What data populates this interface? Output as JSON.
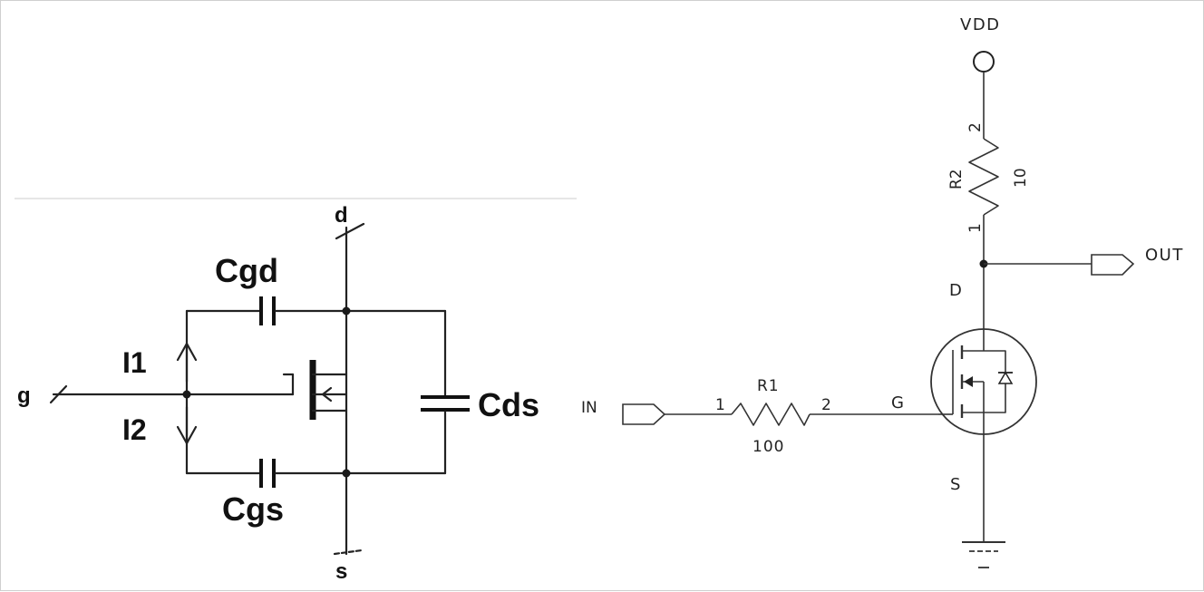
{
  "left_circuit": {
    "terminal_drain": "d",
    "terminal_gate": "g",
    "terminal_source": "s",
    "cap_gate_drain": "Cgd",
    "cap_gate_source": "Cgs",
    "cap_drain_source": "Cds",
    "current_up": "I1",
    "current_down": "I2"
  },
  "right_circuit": {
    "supply_label": "VDD",
    "r2_name": "R2",
    "r2_value": "10",
    "r2_pin_top": "2",
    "r2_pin_bottom": "1",
    "output_label": "OUT",
    "drain_label": "D",
    "gate_label": "G",
    "source_label": "S",
    "input_label": "IN",
    "r1_name": "R1",
    "r1_value": "100",
    "r1_pin_left": "1",
    "r1_pin_right": "2"
  },
  "colors": {
    "wire": "#222222",
    "background": "#ffffff"
  }
}
